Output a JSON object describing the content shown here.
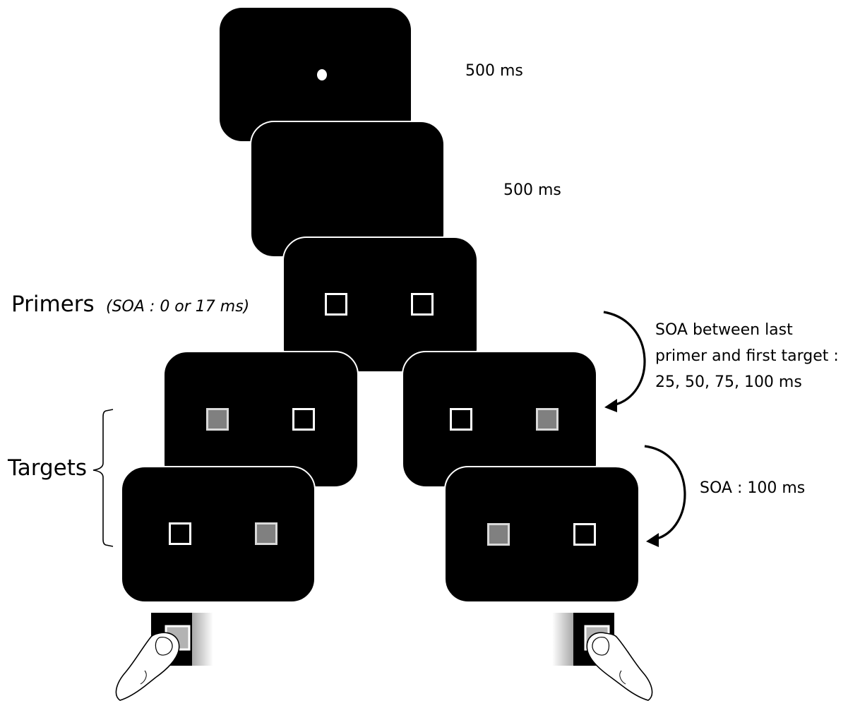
{
  "labels": {
    "duration_fixation": "500 ms",
    "duration_blank": "500 ms",
    "primers": "Primers",
    "primers_soa": "(SOA : 0 or 17 ms)",
    "targets": "Targets",
    "soa_between_lines": [
      "SOA between  last",
      "primer and first target :",
      "25, 50, 75, 100 ms"
    ],
    "soa_100": "SOA : 100 ms"
  },
  "colors": {
    "screen": "#000000",
    "screen_border": "#ffffff",
    "square_outline": "#ffffff",
    "square_filled": "#808080",
    "text": "#000000"
  },
  "icons": [
    "fixation-dot-icon",
    "finger-press-icon",
    "curved-arrow-icon",
    "bracket-icon"
  ]
}
